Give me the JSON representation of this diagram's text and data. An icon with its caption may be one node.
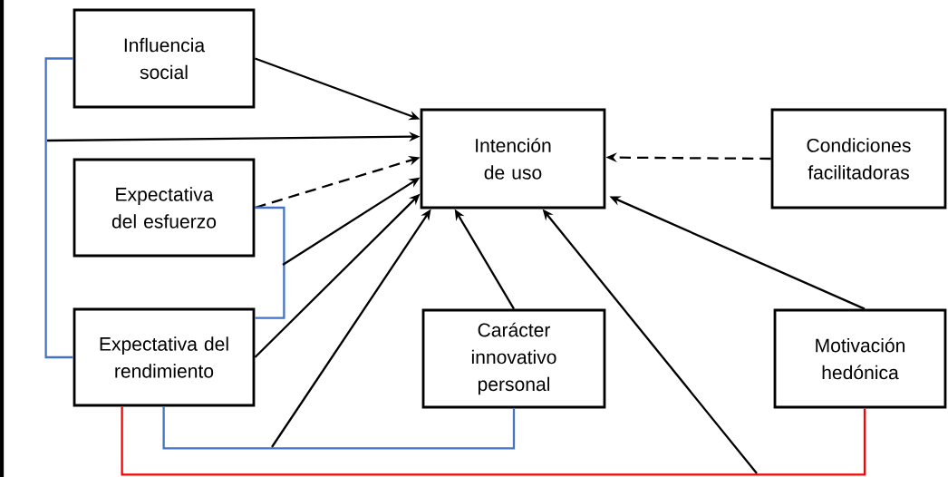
{
  "diagram": {
    "nodes": [
      {
        "text": [
          "Influencia social"
        ]
      },
      {
        "text": [
          "Intención de uso"
        ]
      },
      {
        "text": [
          "Condiciones facilitadoras"
        ]
      },
      {
        "text": [
          "Expectativa del esfuerzo"
        ]
      },
      {
        "text": [
          "Expectativa del rendimiento"
        ]
      },
      {
        "text": [
          "Carácter innovativo personal"
        ]
      },
      {
        "text": [
          "Motivación hedónica"
        ]
      }
    ],
    "edges": [
      {
        "from": 0,
        "to": 1,
        "arrow": "to"
      },
      {
        "from": 3,
        "to": 1,
        "arrow": "to",
        "style": "dashed"
      },
      {
        "from": 4,
        "to": 1,
        "arrow": "to"
      },
      {
        "from": 2,
        "to": 1,
        "arrow": "to",
        "style": "dashed"
      },
      {
        "from": 5,
        "to": 1,
        "arrow": "to"
      },
      {
        "from": 6,
        "to": 1,
        "arrow": "to"
      },
      {
        "from": 0,
        "to": 4,
        "arrow": "none",
        "color": "#4472c4"
      },
      {
        "from": 3,
        "to": 4,
        "arrow": "none",
        "color": "#4472c4"
      },
      {
        "from": 4,
        "to": 5,
        "arrow": "none",
        "color": "#4472c4"
      },
      {
        "from": 4,
        "to": 6,
        "arrow": "none",
        "color": "#ff0000"
      },
      {
        "from": null,
        "to": 1,
        "arrow": "to"
      },
      {
        "from": null,
        "to": 1,
        "arrow": "to"
      },
      {
        "from": null,
        "to": 1,
        "arrow": "to"
      },
      {
        "from": null,
        "to": 1,
        "arrow": "to"
      }
    ]
  }
}
